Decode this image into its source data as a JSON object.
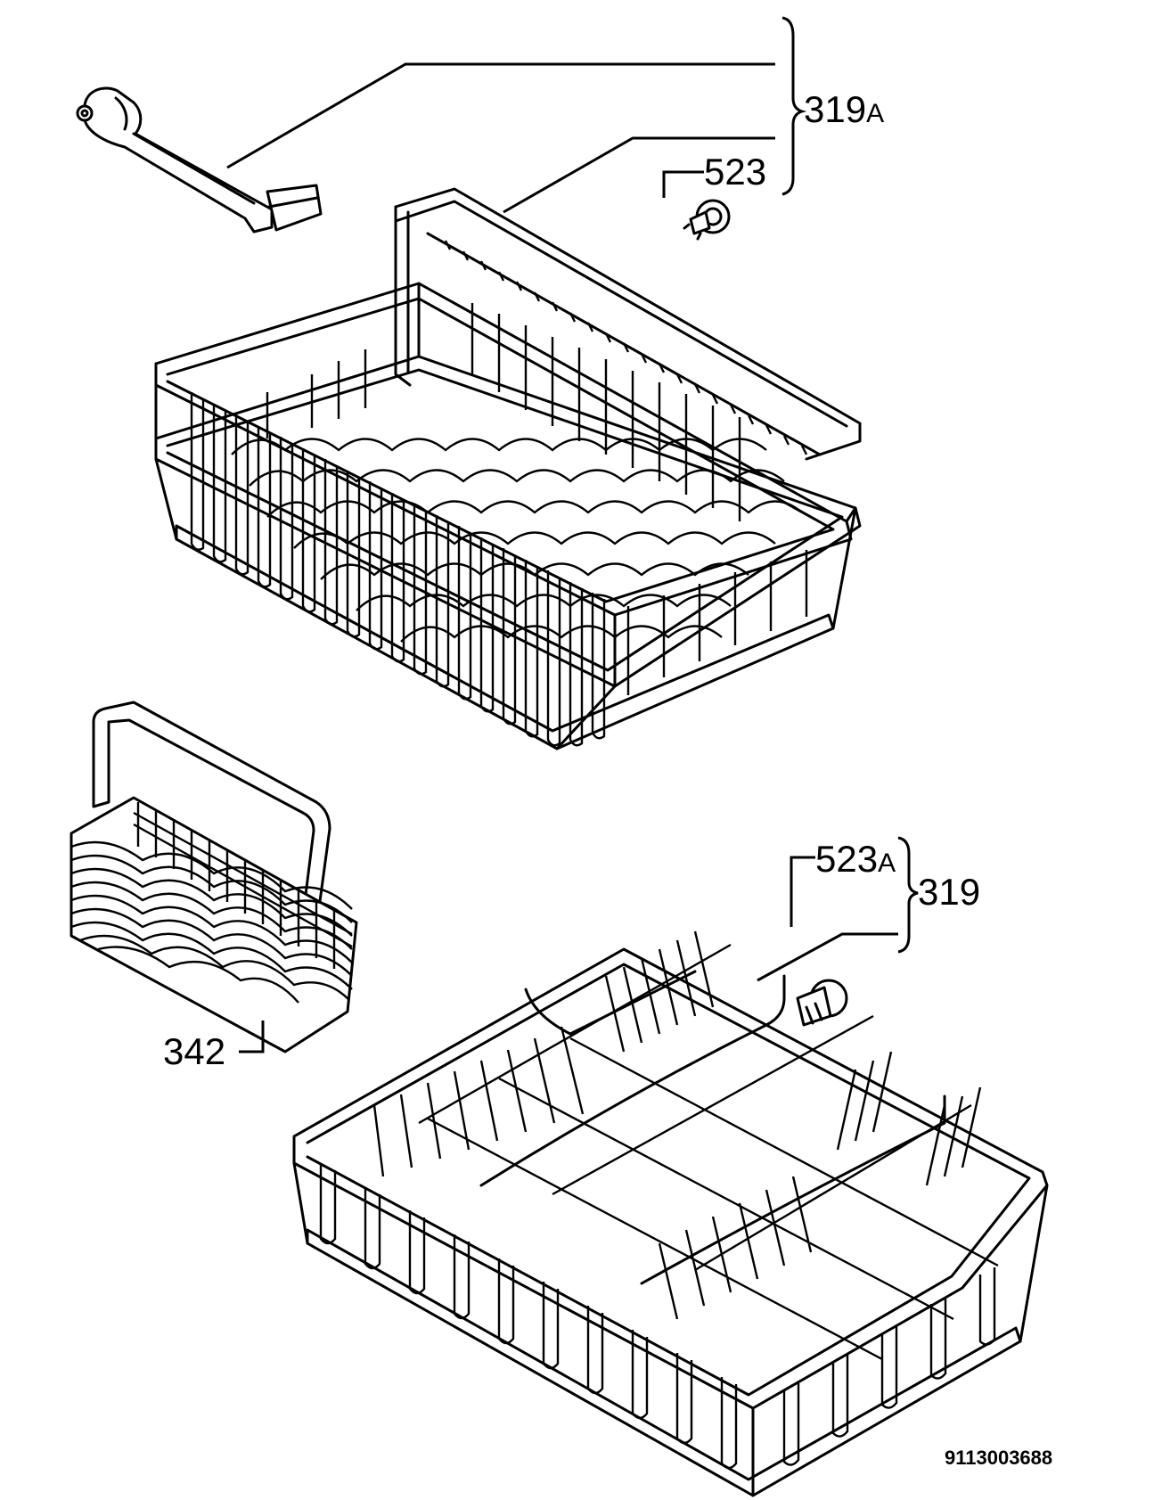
{
  "callouts": {
    "kit_upper": {
      "number": "319",
      "suffix": "A"
    },
    "wheel_upper": {
      "number": "523"
    },
    "kit_lower": {
      "number": "319"
    },
    "wheel_lower": {
      "number": "523",
      "suffix": "A"
    },
    "cutlery_basket": {
      "number": "342"
    }
  },
  "document_number": "9113003688",
  "icons": {
    "arm": "spray-arm-adjuster-icon",
    "wheel_upper": "basket-wheel-icon",
    "upper_basket": "upper-rack-icon",
    "cutlery": "cutlery-basket-icon",
    "wheel_lower": "basket-wheel-icon",
    "lower_basket": "lower-rack-icon"
  },
  "colors": {
    "line": "#000000",
    "background": "#ffffff"
  }
}
